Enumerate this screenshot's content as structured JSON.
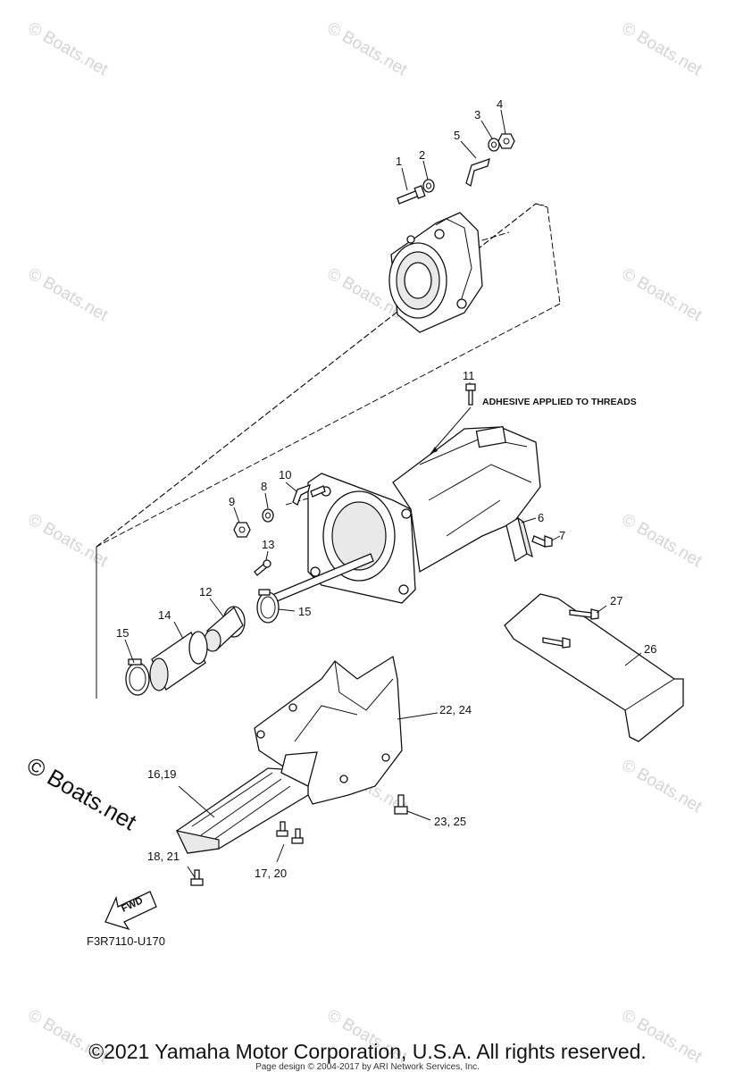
{
  "watermark": {
    "text": "© Boats.net",
    "large_text": "© Boats.net"
  },
  "callouts": {
    "p1": "1",
    "p2": "2",
    "p3": "3",
    "p4": "4",
    "p5": "5",
    "p6": "6",
    "p7": "7",
    "p8": "8",
    "p9": "9",
    "p10": "10",
    "p11": "11",
    "p12": "12",
    "p13": "13",
    "p14": "14",
    "p15a": "15",
    "p15b": "15",
    "p16_19": "16,19",
    "p17_20": "17, 20",
    "p18_21": "18, 21",
    "p22_24": "22, 24",
    "p23_25": "23, 25",
    "p26": "26",
    "p27": "27"
  },
  "note": "ADHESIVE APPLIED TO THREADS",
  "fwd_label": "FWD",
  "diagram_code": "F3R7110-U170",
  "footer": {
    "copyright": "©2021 Yamaha Motor Corporation, U.S.A. All rights reserved.",
    "design": "Page design © 2004-2017 by ARI Network Services, Inc."
  }
}
